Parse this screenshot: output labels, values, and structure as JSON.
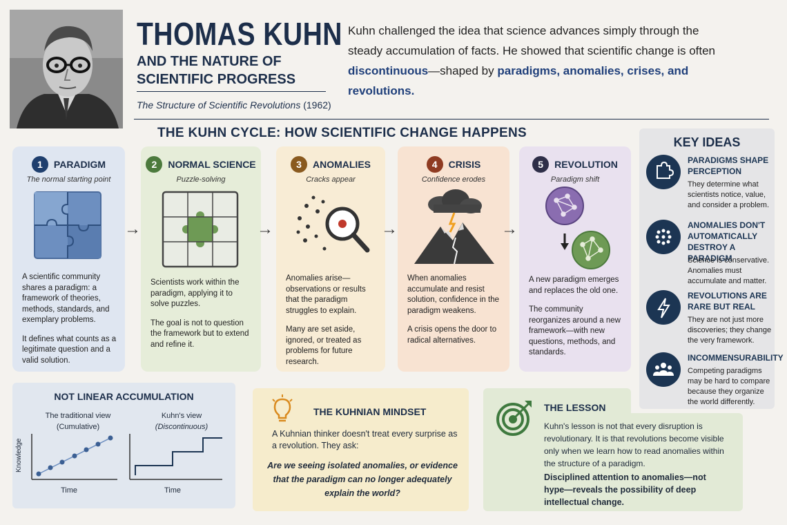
{
  "header": {
    "title": "THOMAS KUHN",
    "subtitle_line1": "AND THE NATURE OF",
    "subtitle_line2": "SCIENTIFIC PROGRESS",
    "book_title": "The Structure of Scientific Revolutions",
    "book_year": " (1962)",
    "intro_part1": "Kuhn challenged the idea that science advances simply through the steady accumulation of facts. He showed that scientific change is often ",
    "intro_hl1": "discontinuous",
    "intro_part2": "—shaped by ",
    "intro_hl2": "paradigms, anomalies, crises, and revolutions."
  },
  "cycle_title": "THE KUHN CYCLE: HOW SCIENTIFIC CHANGE HAPPENS",
  "stages": [
    {
      "num": "1",
      "name": "PARADIGM",
      "tag": "The normal starting point",
      "color": "#1f3f6e",
      "p1": "A scientific community shares a paradigm: a framework of theories, methods, standards, and exemplary problems.",
      "p2": "It defines what counts as a legitimate question and a valid solution."
    },
    {
      "num": "2",
      "name": "NORMAL SCIENCE",
      "tag": "Puzzle-solving",
      "color": "#4c7a3d",
      "p1": "Scientists work within the paradigm, applying it to solve puzzles.",
      "p2": "The goal is not to question the framework but to extend and refine it."
    },
    {
      "num": "3",
      "name": "ANOMALIES",
      "tag": "Cracks appear",
      "color": "#8a5a1f",
      "p1": "Anomalies arise—observations or results that the paradigm struggles to explain.",
      "p2": "Many are set aside, ignored, or treated as problems for future research."
    },
    {
      "num": "4",
      "name": "CRISIS",
      "tag": "Confidence erodes",
      "color": "#8f3b22",
      "p1": "When anomalies accumulate and resist solution, confidence in the paradigm weakens.",
      "p2": "A crisis opens the door to radical alternatives."
    },
    {
      "num": "5",
      "name": "REVOLUTION",
      "tag": "Paradigm shift",
      "color": "#2e2e48",
      "p1": "A new paradigm emerges and replaces the old one.",
      "p2": "The community reorganizes around a new framework—with new questions, methods, and standards."
    }
  ],
  "key_ideas": {
    "title": "KEY IDEAS",
    "items": [
      {
        "title": "PARADIGMS SHAPE PERCEPTION",
        "desc": "They determine what scientists notice, value, and consider a problem.",
        "icon": "puzzle-icon"
      },
      {
        "title": "ANOMALIES DON'T AUTOMATICALLY DESTROY A PARADIGM",
        "desc": "Science is conservative. Anomalies must accumulate and matter.",
        "icon": "dots-icon"
      },
      {
        "title": "REVOLUTIONS ARE RARE BUT REAL",
        "desc": "They are not just more discoveries; they change the very framework.",
        "icon": "lightning-icon"
      },
      {
        "title": "INCOMMENSURABILITY",
        "desc": "Competing paradigms may be hard to compare because they organize the world differently.",
        "icon": "people-icon"
      }
    ]
  },
  "linear": {
    "title": "NOT LINEAR ACCUMULATION",
    "left_title": "The traditional view",
    "left_sub": "(Cumulative)",
    "right_title": "Kuhn's view",
    "right_sub": "(Discontinuous)",
    "y_label": "Knowledge",
    "x_label_left": "Time",
    "x_label_right": "Time"
  },
  "mindset": {
    "title": "THE KUHNIAN MINDSET",
    "text": "A Kuhnian thinker doesn't treat every surprise as a revolution. They ask:",
    "question": "Are we seeing isolated anomalies, or evidence that the paradigm can no longer adequately explain the world?"
  },
  "lesson": {
    "title": "THE LESSON",
    "text": "Kuhn's lesson is not that every disruption is revolutionary. It is that revolutions become visible only when we learn how to read anomalies within the structure of a paradigm.",
    "bold": "Disciplined attention to anomalies—not hype—reveals the possibility of deep intellectual change."
  }
}
